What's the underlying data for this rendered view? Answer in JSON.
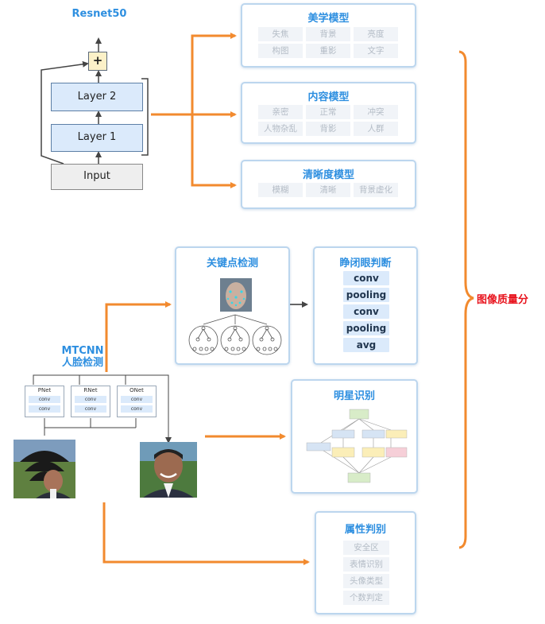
{
  "resnet": {
    "title": "Resnet50",
    "plus": "+",
    "layer2": "Layer 2",
    "layer1": "Layer 1",
    "input": "Input"
  },
  "aesthetic": {
    "title": "美学模型",
    "tags": [
      "失焦",
      "背景",
      "亮度",
      "构图",
      "重影",
      "文字"
    ]
  },
  "content": {
    "title": "内容模型",
    "tags": [
      "亲密",
      "正常",
      "冲突",
      "人物杂乱",
      "背影",
      "人群"
    ]
  },
  "clarity": {
    "title": "清晰度模型",
    "tags": [
      "模糊",
      "清晰",
      "背景虚化"
    ]
  },
  "keypoint": {
    "title": "关键点检测"
  },
  "eye": {
    "title": "睁闭眼判断",
    "layers": [
      "conv",
      "pooling",
      "conv",
      "pooling",
      "avg"
    ]
  },
  "mtcnn": {
    "title_line1": "MTCNN",
    "title_line2": "人脸检测",
    "nets": [
      {
        "name": "PNet",
        "convs": [
          "conv",
          "conv"
        ]
      },
      {
        "name": "RNet",
        "convs": [
          "conv",
          "conv"
        ]
      },
      {
        "name": "ONet",
        "convs": [
          "conv",
          "conv"
        ]
      }
    ]
  },
  "celebrity": {
    "title": "明星识别"
  },
  "attribute": {
    "title": "属性判别",
    "tags": [
      "安全区",
      "表情识别",
      "头像类型",
      "个数判定"
    ]
  },
  "quality": {
    "label": "图像质量分"
  },
  "colors": {
    "accent_blue": "#2e8fe0",
    "arrow_orange": "#f28a2e",
    "quality_red": "#e8141e"
  },
  "icons": [
    "face-landmark-icon",
    "tree-diagram-icon",
    "face-pyramid-photo",
    "face-photo",
    "inception-diagram-icon"
  ]
}
